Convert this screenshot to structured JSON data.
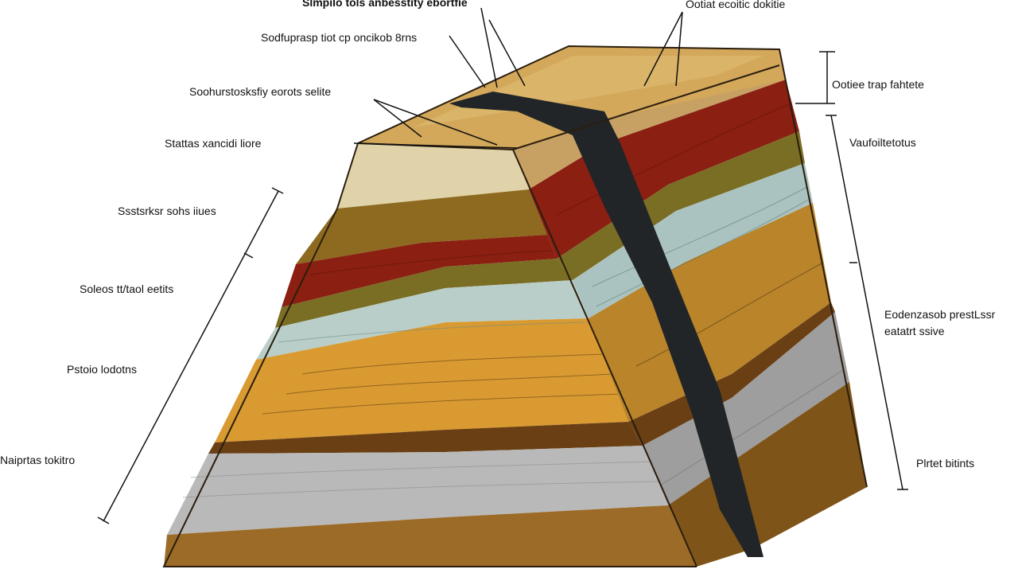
{
  "labels": {
    "top_center": "Slmpilo tols anbesstity ebortfie",
    "top_right": "Ootiat ecoitic dokitie",
    "left_1": "Sodfuprasp tiot cp oncikob 8rns",
    "left_2": "Soohurstosksfiy eorots selite",
    "left_3": "Stattas xancidi liore",
    "left_4": "Ssstsrksr sohs iiues",
    "left_5": "Soleos tt/taol eetits",
    "left_6": "Pstoio lodotns",
    "left_7": "Naiprtas tokitro",
    "right_1": "Ootiee trap fahtete",
    "right_2": "Vaufoiltetotus",
    "right_3a": "Eodenzasob prestLssr",
    "right_3b": "eatatrt ssive",
    "right_4": "Plrtet bitints"
  },
  "colors": {
    "sand_top": "#d3a85a",
    "sandstone": "#e0d3aa",
    "brown_olive": "#8d6a20",
    "red_oxide": "#8a1f12",
    "olive": "#7a6d24",
    "pale_blue": "#b9cec9",
    "ochre": "#d99a32",
    "dark_brown": "#6a3f14",
    "gray": "#b9b9b9",
    "bottom_brown": "#9b6b27",
    "fault": "#222528",
    "outline": "#2b1d0e"
  }
}
